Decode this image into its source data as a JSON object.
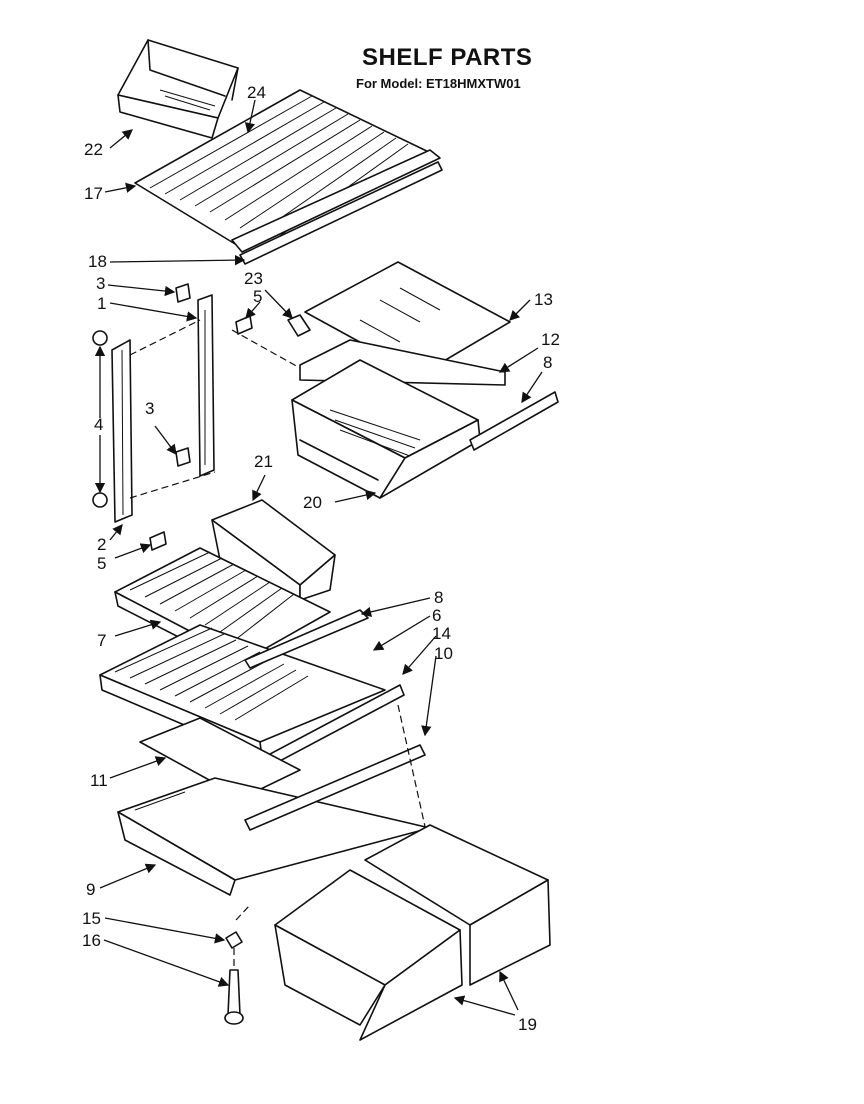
{
  "header": {
    "title": "SHELF PARTS",
    "subtitle": "For Model: ET18HMXTW01"
  },
  "callouts": [
    "1",
    "2",
    "3",
    "4",
    "5",
    "6",
    "7",
    "8",
    "9",
    "10",
    "11",
    "12",
    "13",
    "14",
    "15",
    "16",
    "17",
    "18",
    "19",
    "20",
    "21",
    "22",
    "23",
    "24"
  ]
}
